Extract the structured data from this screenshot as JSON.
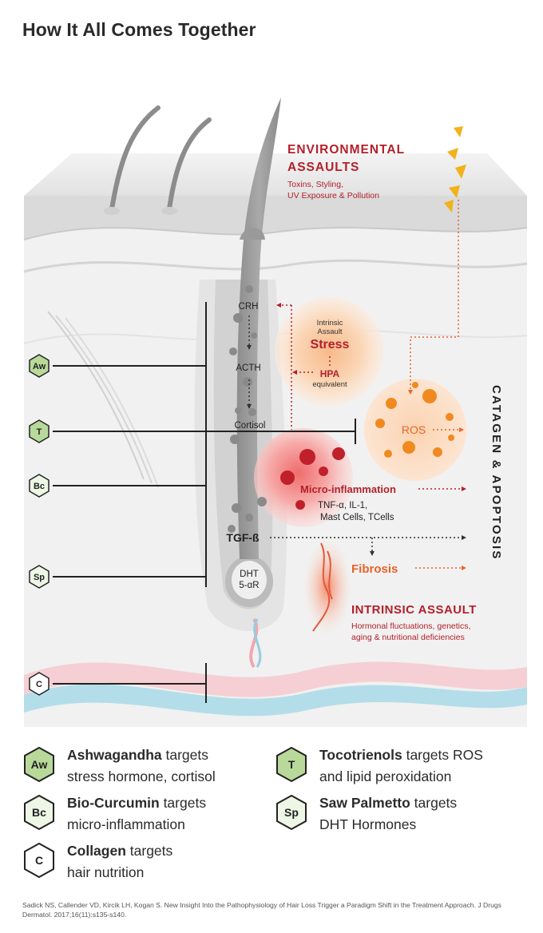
{
  "title": "How It All Comes Together",
  "diagram": {
    "environmental": {
      "heading_line1": "ENVIRONMENTAL",
      "heading_line2": "ASSAULTS",
      "sub_line1": "Toxins, Styling,",
      "sub_line2": "UV Exposure & Pollution"
    },
    "intrinsic": {
      "heading": "INTRINSIC ASSAULT",
      "sub_line1": "Hormonal fluctuations, genetics,",
      "sub_line2": "aging & nutritional deficiencies"
    },
    "stress": {
      "line1": "Intrinsic",
      "line2": "Assault",
      "heading": "Stress",
      "hpa": "HPA",
      "hpa_sub": "equivalent"
    },
    "ros": "ROS",
    "micro": {
      "heading": "Micro-inflammation",
      "line1": "TNF-α, IL-1,",
      "line2": "Mast Cells, TCells"
    },
    "fibrosis": "Fibrosis",
    "hormones": {
      "crh": "CRH",
      "acth": "ACTH",
      "cortisol": "Cortisol",
      "tgf": "TGF-ß",
      "dht": "DHT",
      "five_ar": "5-αR"
    },
    "catagen": "CATAGEN & APOPTOSIS",
    "badges": {
      "aw": "Aw",
      "t": "T",
      "bc": "Bc",
      "sp": "Sp",
      "c": "C"
    }
  },
  "legend": [
    {
      "badge": "Aw",
      "name": "Ashwagandha",
      "line1_rest": " targets",
      "line2": "stress hormone, cortisol"
    },
    {
      "badge": "T",
      "name": "Tocotrienols",
      "line1_rest": " targets ROS",
      "line2": "and lipid peroxidation"
    },
    {
      "badge": "Bc",
      "name": "Bio-Curcumin",
      "line1_rest": " targets",
      "line2": "micro-inflammation"
    },
    {
      "badge": "Sp",
      "name": "Saw Palmetto",
      "line1_rest": " targets",
      "line2": "DHT Hormones"
    },
    {
      "badge": "C",
      "name": "Collagen",
      "line1_rest": " targets",
      "line2": "hair nutrition"
    }
  ],
  "reference": "Sadick NS, Callender VD, Kircik LH, Kogan S. New Insight Into the Pathophysiology of Hair Loss Trigger a Paradigm Shift in the Treatment Approach. J Drugs Dermatol. 2017;16(11):s135-s140.",
  "colors": {
    "accent_red": "#b3202a",
    "accent_orange": "#e8632a",
    "badge_green": "#b9d99a",
    "skin_gray": "#dedede"
  }
}
